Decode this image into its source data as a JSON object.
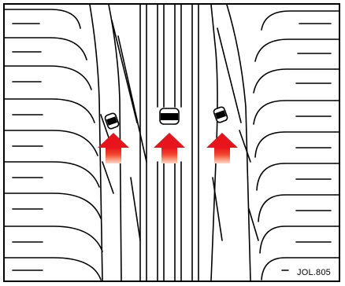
{
  "figure": {
    "reference_code": "JOL.805"
  },
  "colors": {
    "arrow_top": "#e8141b",
    "arrow_fade": "#f6b58f",
    "line": "#000000",
    "background": "#ffffff"
  },
  "indicators": [
    {
      "name": "tread-wear-indicator-left"
    },
    {
      "name": "tread-wear-indicator-center"
    },
    {
      "name": "tread-wear-indicator-right"
    }
  ]
}
